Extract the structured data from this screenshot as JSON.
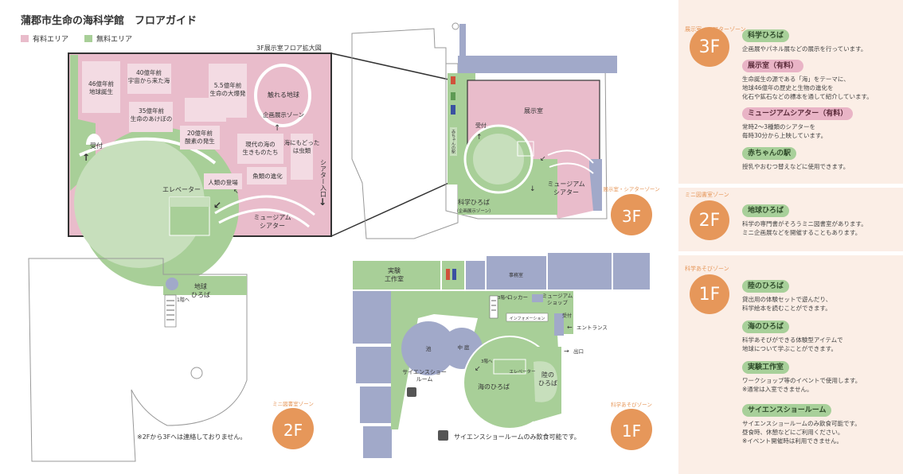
{
  "header": {
    "title": "蒲郡市生命の海科学館　フロアガイド",
    "legend": [
      {
        "label": "有料エリア",
        "color": "#e9bccb"
      },
      {
        "label": "無料エリア",
        "color": "#a8cf98"
      }
    ]
  },
  "colors": {
    "paid": "#e9bccb",
    "free": "#a8cf98",
    "staff": "#a1a9c9",
    "accent": "#e6975a",
    "line": "#333333"
  },
  "enlarged": {
    "caption": "3F展示室フロア拡大図",
    "labels": {
      "b46": "46億年前\n地球誕生",
      "b40": "40億年前\n宇宙から来た海",
      "b55": "5.5億年前\n生命の大爆発",
      "b35": "35億年前\n生命のあけぼの",
      "b20": "20億年前\n酸素の発生",
      "koji": "現代の海の\n生きものたち",
      "gyorui": "魚類の進化",
      "jinrui": "人類の登場",
      "umini": "海にもどった\nは虫類",
      "fureru": "触れる地球",
      "kikaku": "企画展示ゾーン",
      "uketsuke": "受付",
      "elevator": "エレベーター",
      "museum": "ミュージアム\nシアター",
      "theater_in": "シアター入口"
    }
  },
  "floor3": {
    "labels": {
      "tenji": "展示室",
      "uketsuke": "受付",
      "akachan": "赤ちゃんの駅",
      "museum": "ミュージアム\nシアター",
      "kagaku": "科学ひろば",
      "kagaku_sub": "（企画展示ゾーン）"
    },
    "zone": "展示室・シアターゾーン",
    "badge": "3F"
  },
  "floor2": {
    "labels": {
      "chikyu": "地球\nひろば",
      "to1f": "1階へ"
    },
    "note": "※2Fから3Fへは連絡しておりません。",
    "zone": "ミニ図書室ゾーン",
    "badge": "2F"
  },
  "floor1": {
    "labels": {
      "jikken": "実験\n工作室",
      "jimu": "事務室",
      "locker": "ロッカー",
      "shop": "ミュージアム\nショップ",
      "info": "インフォメーション",
      "uketsuke": "受付",
      "entrance": "エントランス",
      "exit": "出口",
      "ike": "池",
      "nakaniwa": "中 庭",
      "to3f": "3階へ",
      "to3f_b": "3階へ",
      "science_room": "サイエンスショー\nルーム",
      "umi": "海のひろば",
      "elevator": "エレベーター",
      "riku": "陸の\nひろば"
    },
    "note": "サイエンスショールームのみ飲食可能です。",
    "zone": "科学あそびゾーン",
    "badge": "1F"
  },
  "panel": {
    "sections": [
      {
        "badge": "3F",
        "zone": "展示室・シアターゾーン",
        "entries": [
          {
            "title": "科学ひろば",
            "paid": false,
            "desc": "企画展やパネル展などの展示を行っています。"
          },
          {
            "title": "展示室（有料）",
            "paid": true,
            "desc": "生命誕生の源である「海」をテーマに、\n地球46億年の歴史と生物の進化を\n化石や鉱石などの標本を通して紹介しています。"
          },
          {
            "title": "ミュージアムシアター（有料）",
            "paid": true,
            "desc": "常時2〜3種類のシアターを\n毎時30分から上映しています。"
          },
          {
            "title": "赤ちゃんの駅",
            "paid": false,
            "desc": "授乳やおむつ替えなどに使用できます。"
          }
        ]
      },
      {
        "badge": "2F",
        "zone": "ミニ図書室ゾーン",
        "entries": [
          {
            "title": "地球ひろば",
            "paid": false,
            "desc": "科学の専門書がそろうミニ図書室があります。\nミニ企画展などを開催することもあります。"
          }
        ]
      },
      {
        "badge": "1F",
        "zone": "科学あそびゾーン",
        "entries": [
          {
            "title": "陸のひろば",
            "paid": false,
            "desc": "貸出用の体験セットで遊んだり、\n科学絵本を読むことができます。"
          },
          {
            "title": "海のひろば",
            "paid": false,
            "desc": "科学あそびができる体験型アイテムで\n地球について学ぶことができます。"
          },
          {
            "title": "実験工作室",
            "paid": false,
            "desc": "ワークショップ等のイベントで使用します。\n※通常は入室できません。"
          },
          {
            "title": "サイエンスショールーム",
            "paid": false,
            "desc": "サイエンスショールームのみ飲食可能です。\n昼食時、休憩などにご利用ください。\n※イベント開催時は利用できません。"
          }
        ]
      }
    ]
  }
}
